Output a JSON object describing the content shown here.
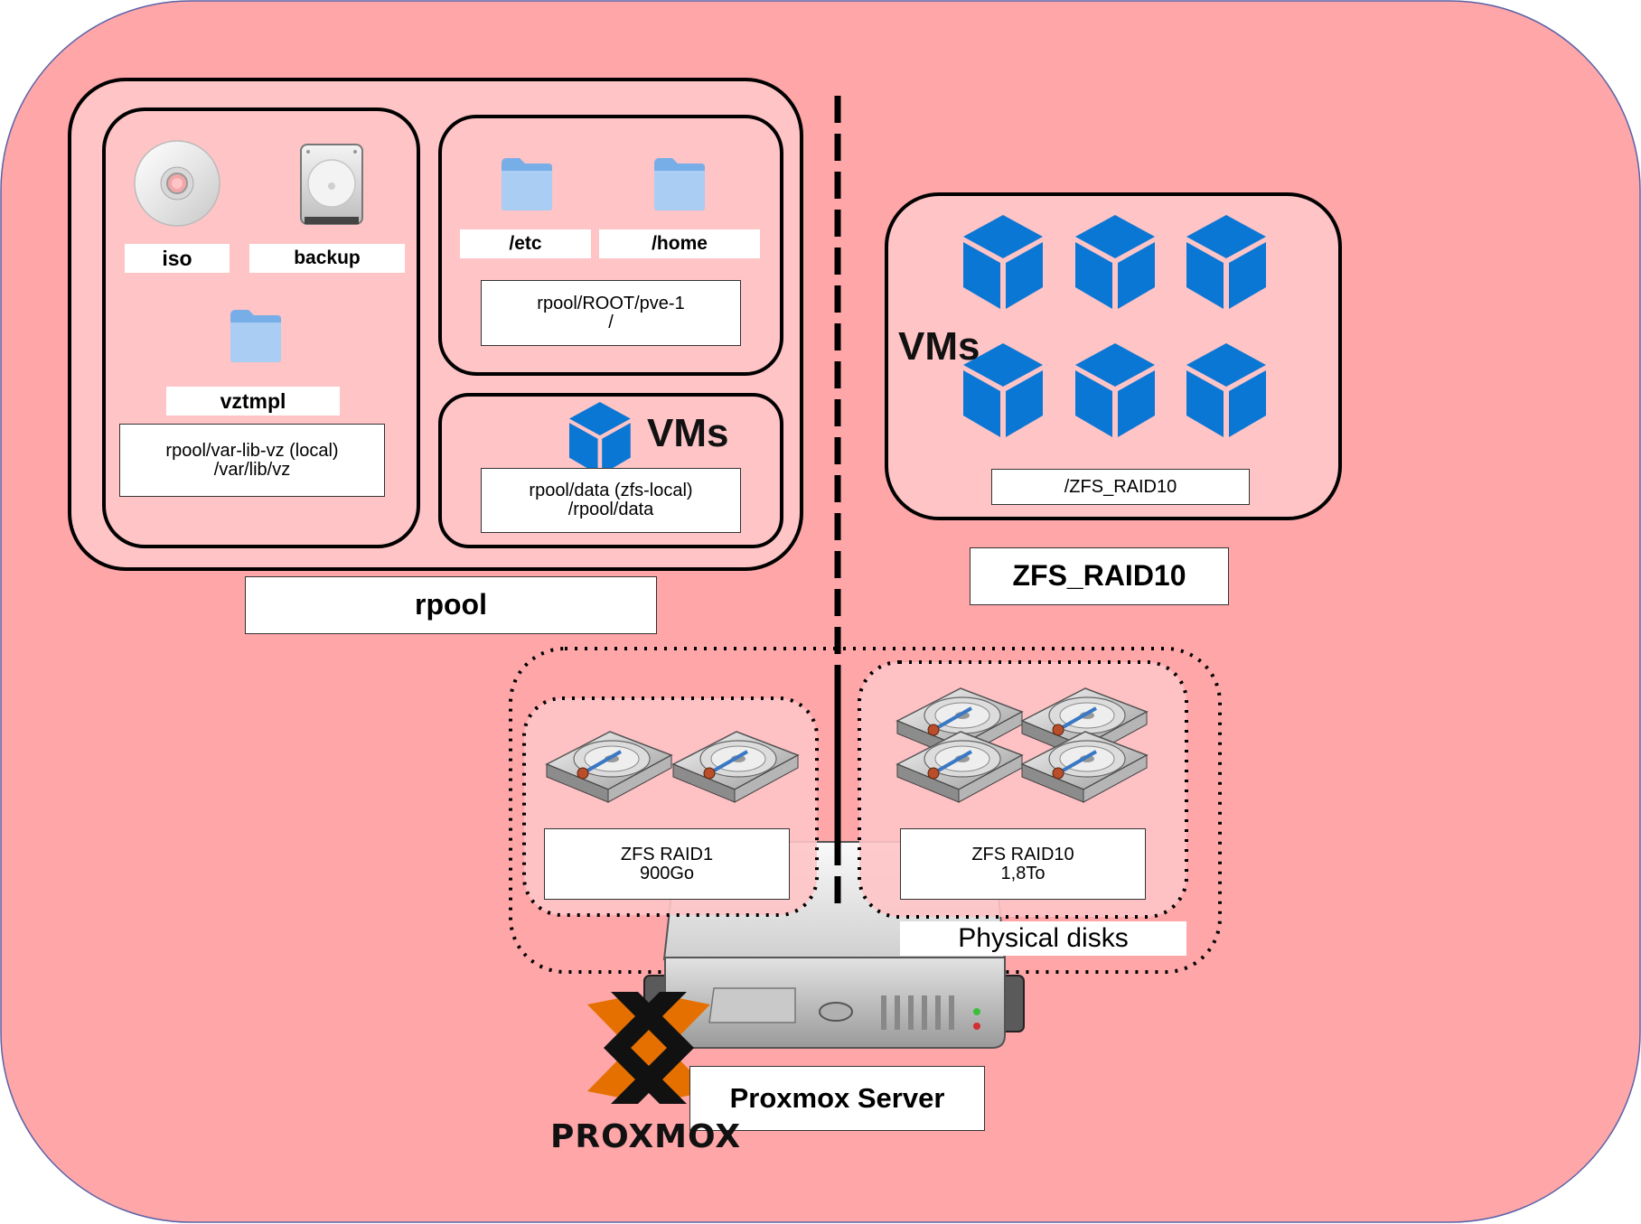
{
  "colors": {
    "background": "#fea6a8",
    "inner_box": "#fec4c6",
    "vm_cube": "#0b77d4",
    "folder": "#a9cdf3",
    "proxmox_orange": "#e57000"
  },
  "icons": [
    "cd-disc-icon",
    "hard-drive-icon",
    "folder-icon",
    "vm-cube-icon",
    "hdd-icon",
    "server-icon",
    "proxmox-logo-icon"
  ],
  "rpool": {
    "title": "rpool",
    "local_storage": {
      "items": [
        "iso",
        "backup",
        "vztmpl"
      ],
      "dataset_line1": "rpool/var-lib-vz (local)",
      "dataset_line2": "/var/lib/vz"
    },
    "root_fs": {
      "folders": [
        "/etc",
        "/home"
      ],
      "dataset_line1": "rpool/ROOT/pve-1",
      "dataset_line2": "/"
    },
    "data": {
      "vms_label": "VMs",
      "dataset_line1": "rpool/data (zfs-local)",
      "dataset_line2": "/rpool/data"
    }
  },
  "zfs_raid10_pool": {
    "title": "ZFS_RAID10",
    "vms_label": "VMs",
    "mount": "/ZFS_RAID10"
  },
  "physical_disks": {
    "title": "Physical disks",
    "raid1": {
      "line1": "ZFS RAID1",
      "line2": "900Go"
    },
    "raid10": {
      "line1": "ZFS RAID10",
      "line2": "1,8To"
    }
  },
  "server": {
    "label": "Proxmox Server",
    "logo_text": "PROXMOX"
  }
}
